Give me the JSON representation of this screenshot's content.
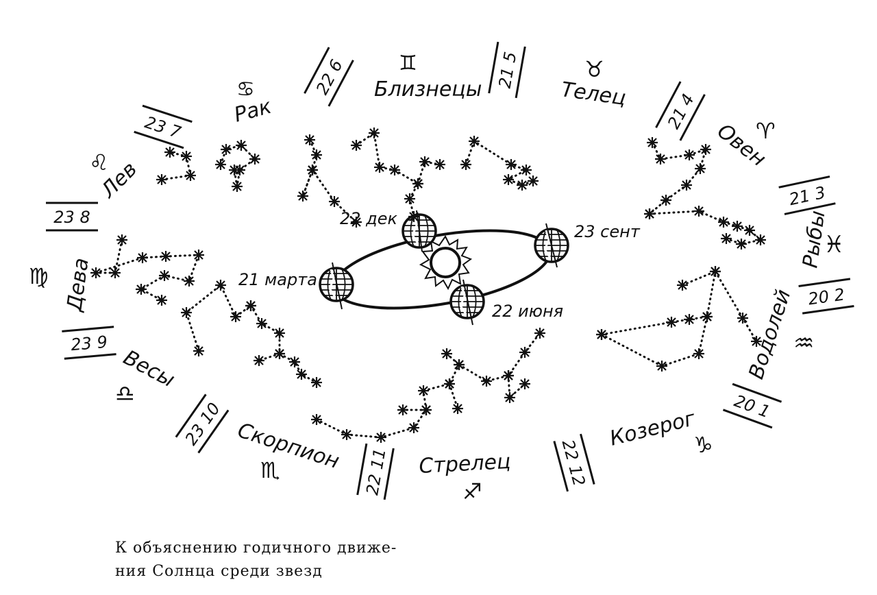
{
  "constellations": [
    {
      "name": "Рак",
      "symbol": "♋"
    },
    {
      "name": "Близнецы",
      "symbol": "♊"
    },
    {
      "name": "Телец",
      "symbol": "♉"
    },
    {
      "name": "Овен",
      "symbol": "♈"
    },
    {
      "name": "Рыбы",
      "symbol": "♓"
    },
    {
      "name": "Водолей",
      "symbol": "♒"
    },
    {
      "name": "Козерог",
      "symbol": "♑"
    },
    {
      "name": "Стрелец",
      "symbol": "♐"
    },
    {
      "name": "Скорпион",
      "symbol": "♏"
    },
    {
      "name": "Весы",
      "symbol": "♎"
    },
    {
      "name": "Дева",
      "symbol": "♍"
    },
    {
      "name": "Лев",
      "symbol": "♌"
    }
  ],
  "dates": [
    "22 6",
    "21 5",
    "21 4",
    "21 3",
    "20 2",
    "20 1",
    "22 12",
    "22 11",
    "23 10",
    "23 9",
    "23 8",
    "23 7"
  ],
  "earth_positions": [
    "22 дек",
    "23 сент",
    "21 марта",
    "22 июня"
  ],
  "caption": {
    "line1": "К  объяснению  годичного  движе-",
    "line2": "ния Солнца среди звезд"
  }
}
